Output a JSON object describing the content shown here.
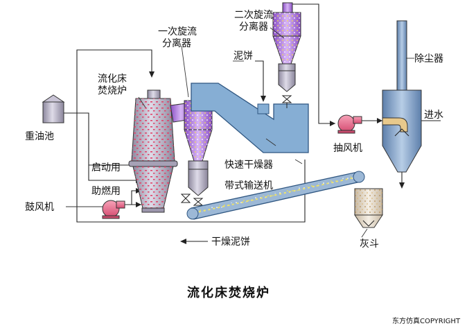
{
  "labels": {
    "secondary_cyclone_1": "二次旋流",
    "secondary_cyclone_2": "分离器",
    "primary_cyclone_1": "一次旋流",
    "primary_cyclone_2": "分离器",
    "furnace_1": "流化床",
    "furnace_2": "焚烧炉",
    "mud_cake": "泥饼",
    "dust_remover": "除尘器",
    "heavy_oil_tank": "重油池",
    "inlet_water": "进水",
    "exhaust_fan": "抽风机",
    "startup": "启动用",
    "combustion_aid": "助燃用",
    "fast_dryer": "快速干燥器",
    "belt_conveyor": "带式输送机",
    "blower": "鼓风机",
    "ash_hopper": "灰斗",
    "dried_mud_cake": "干燥泥饼"
  },
  "caption": "流化床焚烧炉",
  "copyright": "东方仿真COPYRIGHT",
  "colors": {
    "vessel_fill": "#b8b3c8",
    "dryer_fill": "#86aed4",
    "cyclone_fill": "#b27ae0",
    "fan_fill": "#ef6e90",
    "particle": "#e0446a",
    "hopper_fill": "#e6dccd",
    "dust_stack": "#7f9fc4"
  }
}
